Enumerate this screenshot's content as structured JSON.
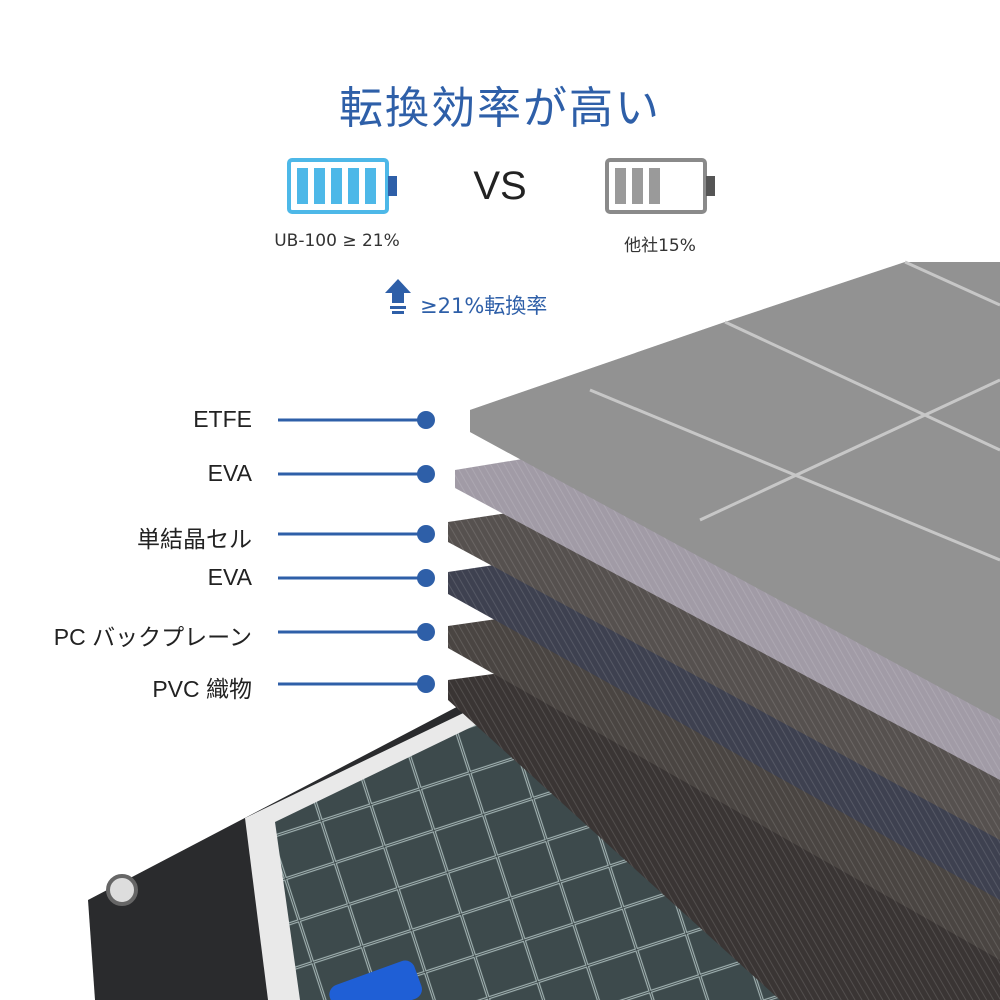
{
  "title": "転換効率が高い",
  "comparison": {
    "ours_label": "UB-100 ≥ 21%",
    "vs_label": "VS",
    "other_label": "他社15%",
    "ours_bars": 5,
    "other_bars": 3,
    "ours_color": "#4db8e8",
    "other_color": "#9a9a9a"
  },
  "rate_text": "≥21%転換率",
  "accent_color": "#2e5fa8",
  "layers": [
    {
      "label": "ETFE"
    },
    {
      "label": "EVA"
    },
    {
      "label": "単結晶セル"
    },
    {
      "label": "EVA"
    },
    {
      "label": "PC バックプレーン"
    },
    {
      "label": "PVC 織物"
    }
  ],
  "icons": {
    "up": "arrow-up-icon",
    "battery_full": "battery-full-icon",
    "battery_partial": "battery-partial-icon"
  }
}
